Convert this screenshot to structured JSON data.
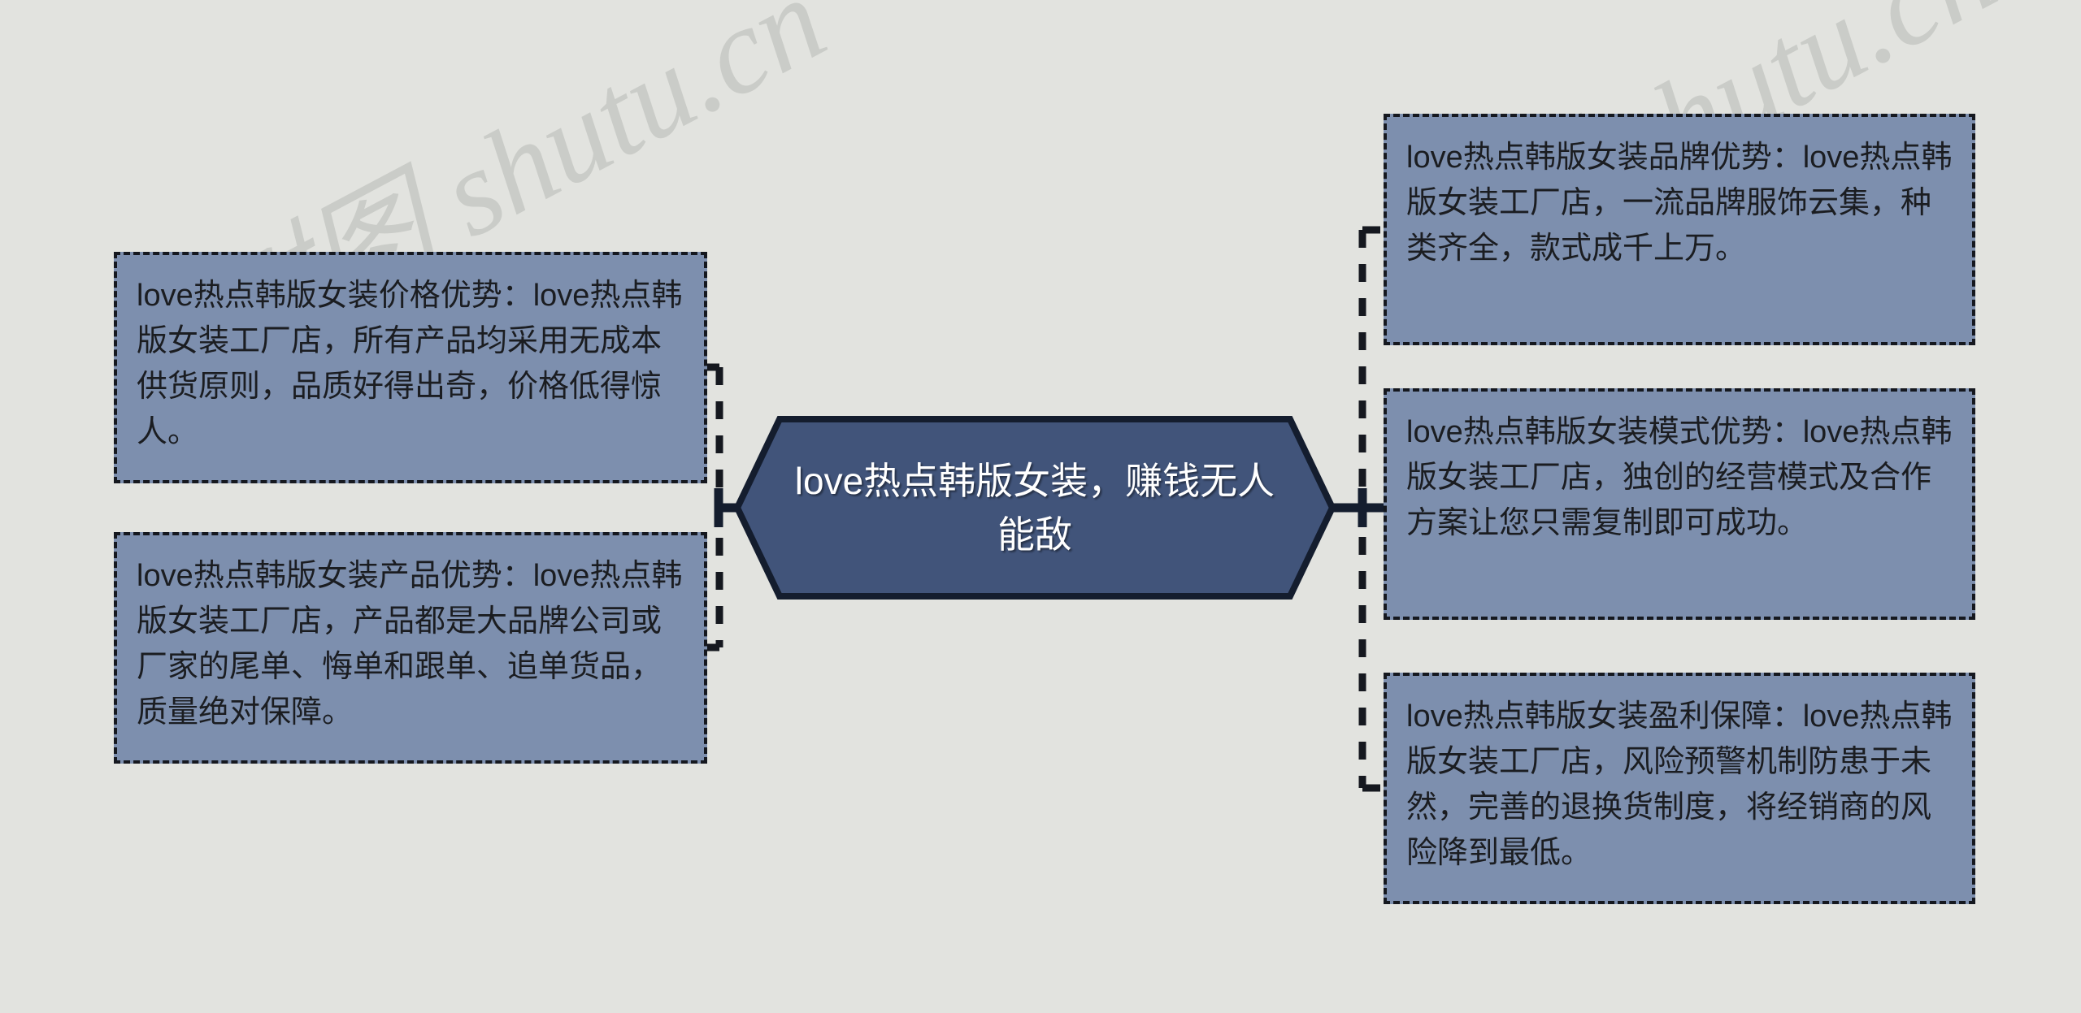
{
  "diagram": {
    "type": "mind-map",
    "background_color": "#e2e3df",
    "node_fill_color": "#7d8fae",
    "node_border_color": "#15181f",
    "center_fill_color": "#41547a",
    "center_border_color": "#141d2e",
    "center_text_color": "#ffffff",
    "leaf_text_color": "#1b1d21",
    "center": {
      "label": "love热点韩版女装，赚钱无人能敌"
    },
    "left_branches": [
      {
        "key": "price",
        "label": "love热点韩版女装价格优势：love热点韩版女装工厂店，所有产品均采用无成本供货原则，品质好得出奇，价格低得惊人。"
      },
      {
        "key": "product",
        "label": "love热点韩版女装产品优势：love热点韩版女装工厂店，产品都是大品牌公司或厂家的尾单、悔单和跟单、追单货品，质量绝对保障。"
      }
    ],
    "right_branches": [
      {
        "key": "brand",
        "label": "love热点韩版女装品牌优势：love热点韩版女装工厂店，一流品牌服饰云集，种类齐全，款式成千上万。"
      },
      {
        "key": "mode",
        "label": "love热点韩版女装模式优势：love热点韩版女装工厂店，独创的经营模式及合作方案让您只需复制即可成功。"
      },
      {
        "key": "profit",
        "label": "love热点韩版女装盈利保障：love热点韩版女装工厂店，风险预警机制防患于未然，完善的退换货制度，将经销商的风险降到最低。"
      }
    ]
  },
  "watermark": {
    "text_left": "树图 shutu.cn",
    "text_right": "树图 shutu.cn"
  }
}
